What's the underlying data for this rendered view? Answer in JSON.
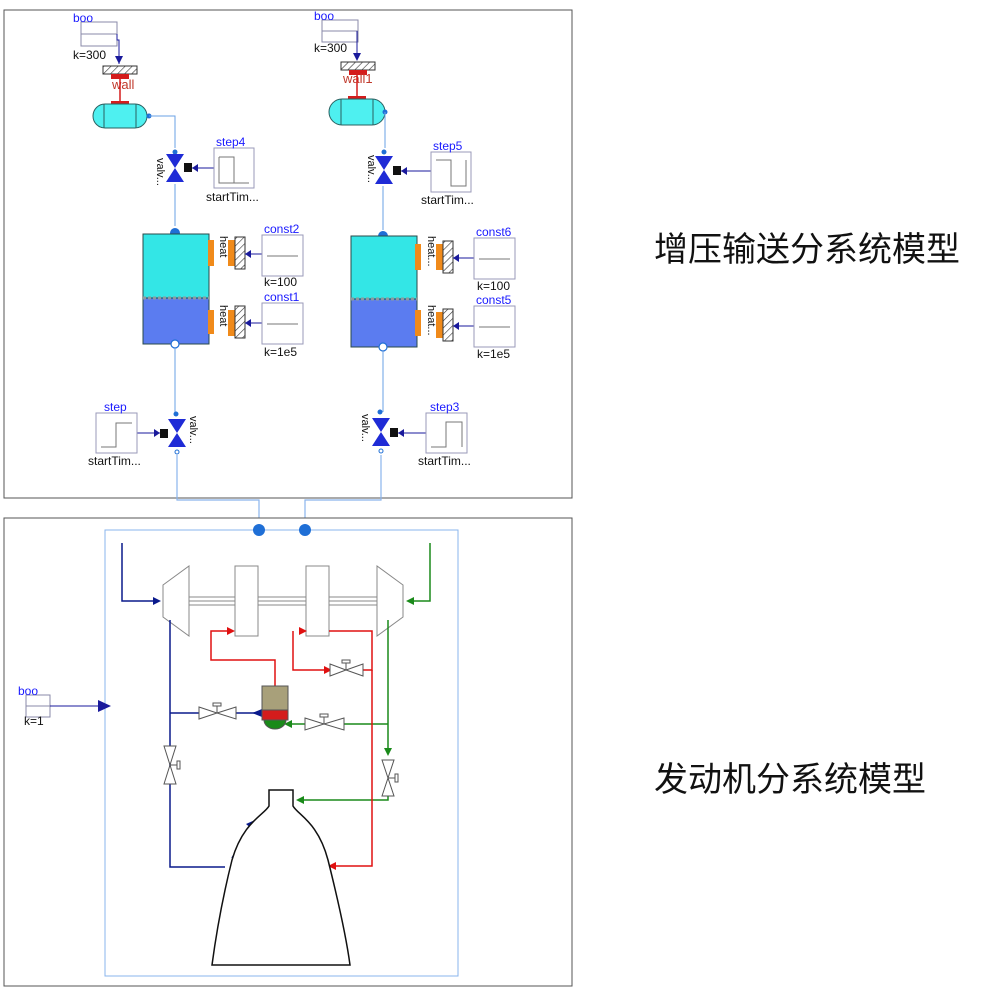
{
  "captions": {
    "pressurization": "增压输送分系统模型",
    "engine": "发动机分系统模型"
  },
  "pressurization": {
    "left": {
      "boolean_source": "boo",
      "pressure": "k=300",
      "wall": "wall",
      "valve_top": "valv...",
      "step_top": "step4",
      "step_top_param": "startTim...",
      "heat_upper": "heat",
      "heat_lower": "heat",
      "const_upper": "const2",
      "const_upper_value": "k=100",
      "const_lower": "const1",
      "const_lower_value": "k=1e5",
      "step_bottom": "step",
      "step_bottom_param": "startTim...",
      "valve_bottom": "valv..."
    },
    "right": {
      "boolean_source": "boo",
      "pressure": "k=300",
      "wall": "wall1",
      "valve_top": "valv...",
      "step_top": "step5",
      "step_top_param": "startTim...",
      "heat_upper": "heat...",
      "heat_lower": "heat...",
      "const_upper": "const6",
      "const_upper_value": "k=100",
      "const_lower": "const5",
      "const_lower_value": "k=1e5",
      "step_bottom": "step3",
      "step_bottom_param": "startTim...",
      "valve_bottom": "valv..."
    }
  },
  "engine": {
    "boolean_source": "boo",
    "source_value": "k=1"
  },
  "colors": {
    "fuel": "#0a1a8c",
    "oxidizer": "#1a8a1a",
    "hot_gas": "#e01010",
    "tank_gas": "#33e6e6",
    "tank_liquid": "#5b7cf0",
    "valve": "#1f2bd6",
    "heat_port": "#f08a1a",
    "connector_blue": "#1f6fd6"
  }
}
